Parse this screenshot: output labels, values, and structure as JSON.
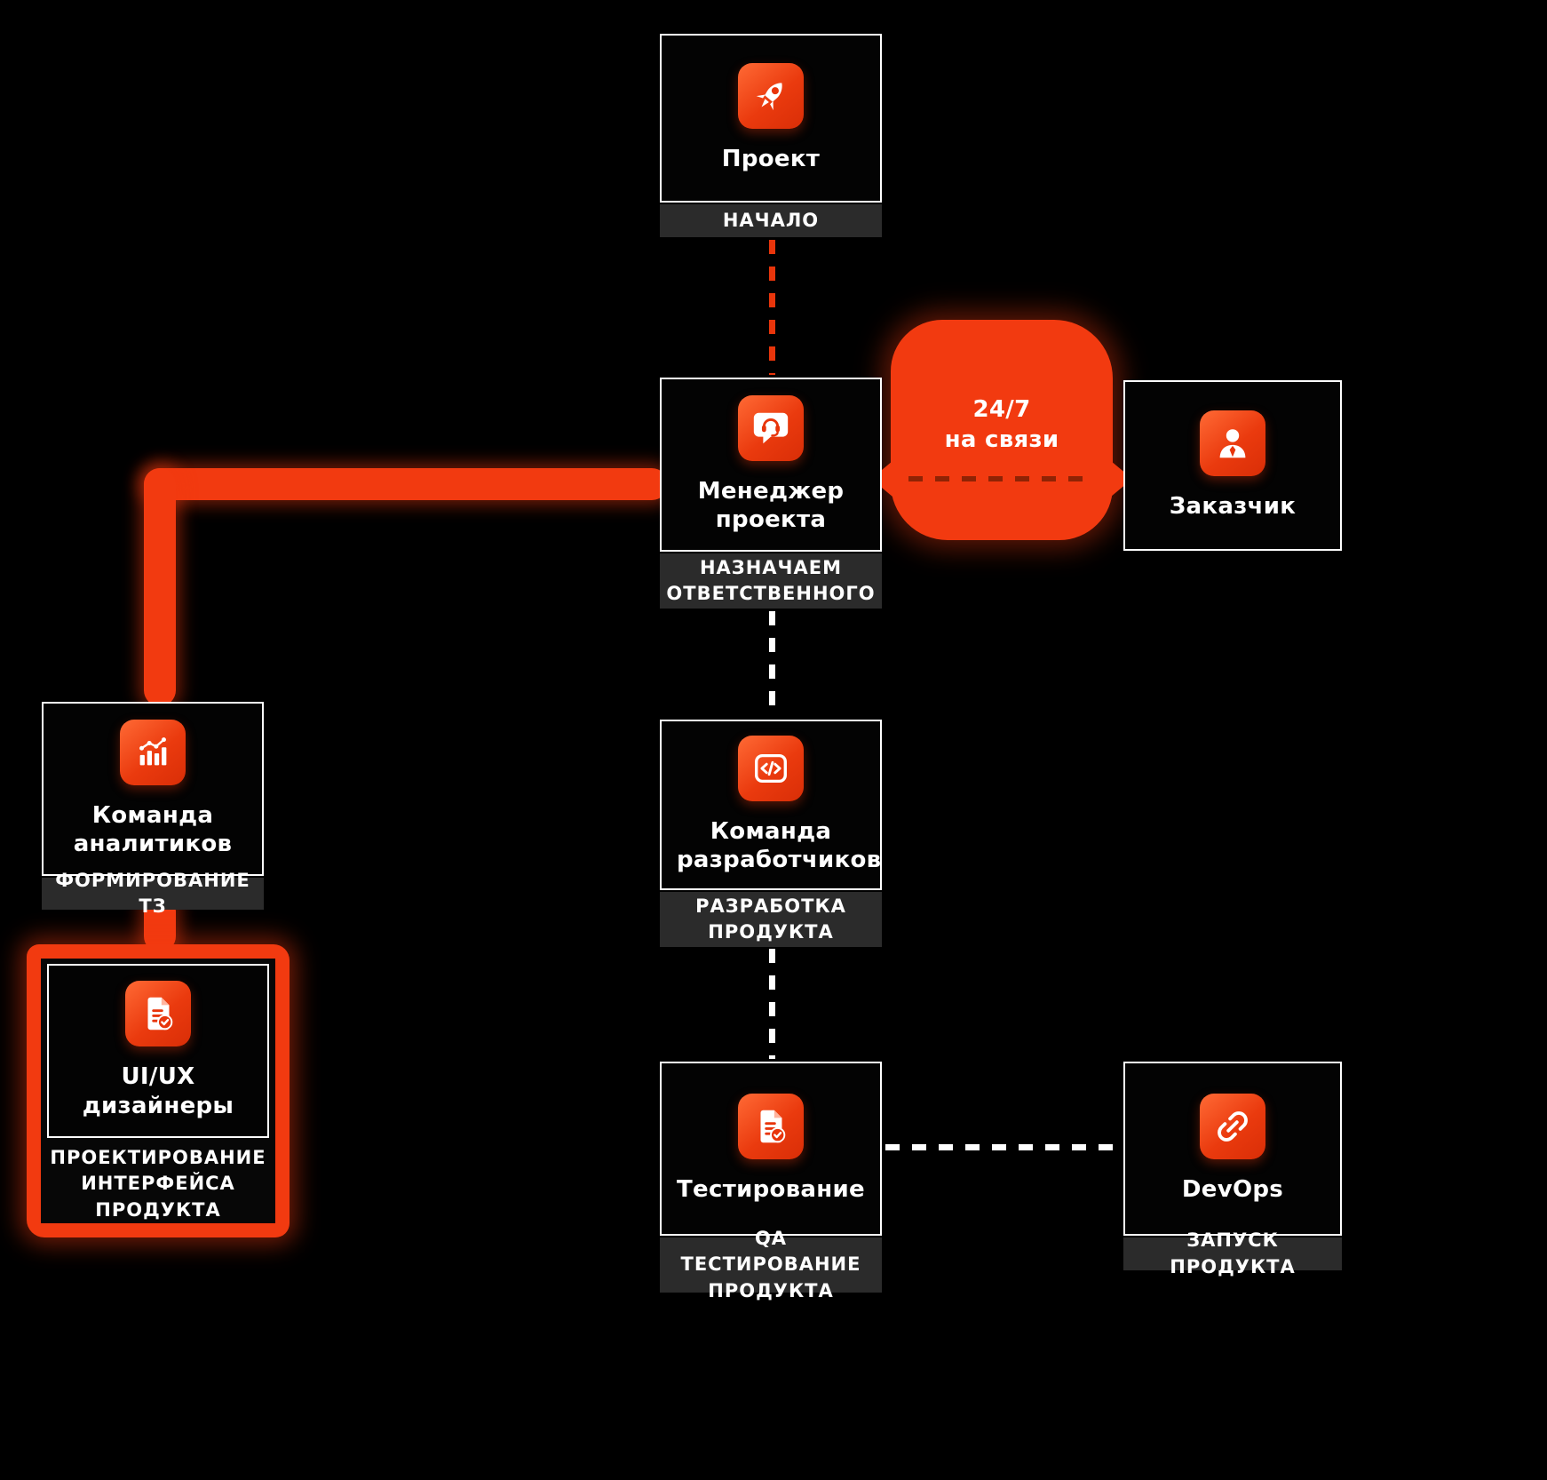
{
  "nodes": {
    "project": {
      "title": "Проект",
      "stage": "НАЧАЛО",
      "icon": "rocket-icon"
    },
    "manager": {
      "title": "Менеджер проекта",
      "stage": "НАЗНАЧАЕМ ОТВЕТСТВЕННОГО",
      "icon": "headset-icon"
    },
    "customer": {
      "title": "Заказчик",
      "icon": "person-icon"
    },
    "analysts": {
      "title": "Команда аналитиков",
      "stage": "ФОРМИРОВАНИЕ ТЗ",
      "icon": "bar-chart-icon"
    },
    "designers": {
      "title": "UI/UX дизайнеры",
      "stage": "ПРОЕКТИРОВАНИЕ ИНТЕРФЕЙСА ПРОДУКТА",
      "icon": "document-check-icon"
    },
    "developers": {
      "title": "Команда разработчиков",
      "stage": "РАЗРАБОТКА ПРОДУКТА",
      "icon": "code-icon"
    },
    "testing": {
      "title": "Тестирование",
      "stage": "QA ТЕСТИРОВАНИЕ ПРОДУКТА",
      "icon": "document-check-icon"
    },
    "devops": {
      "title": "DevOps",
      "stage": "ЗАПУСК ПРОДУКТА",
      "icon": "link-icon"
    }
  },
  "badge": {
    "line1": "24/7",
    "line2": "на связи"
  },
  "colors": {
    "background": "#000000",
    "accent": "#f23a10",
    "icon_gradient_start": "#ff6a35",
    "icon_gradient_end": "#d92e07",
    "box_border": "#ffffff",
    "stage_bg": "#2b2b2b",
    "text": "#ffffff"
  }
}
